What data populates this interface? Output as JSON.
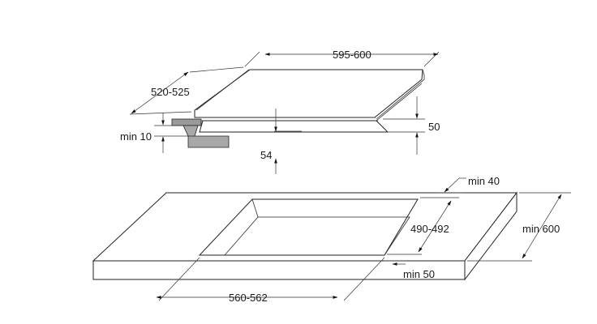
{
  "diagram": {
    "hob": {
      "width_label": "595-600",
      "depth_label": "520-525",
      "height_label": "50",
      "clearance_label": "min 10",
      "inset_label": "54"
    },
    "countertop": {
      "cutout_width_label": "560-562",
      "cutout_depth_label": "490-492",
      "back_clearance_label": "min 40",
      "front_clearance_label": "min 50",
      "worktop_depth_label": "min 600"
    }
  }
}
